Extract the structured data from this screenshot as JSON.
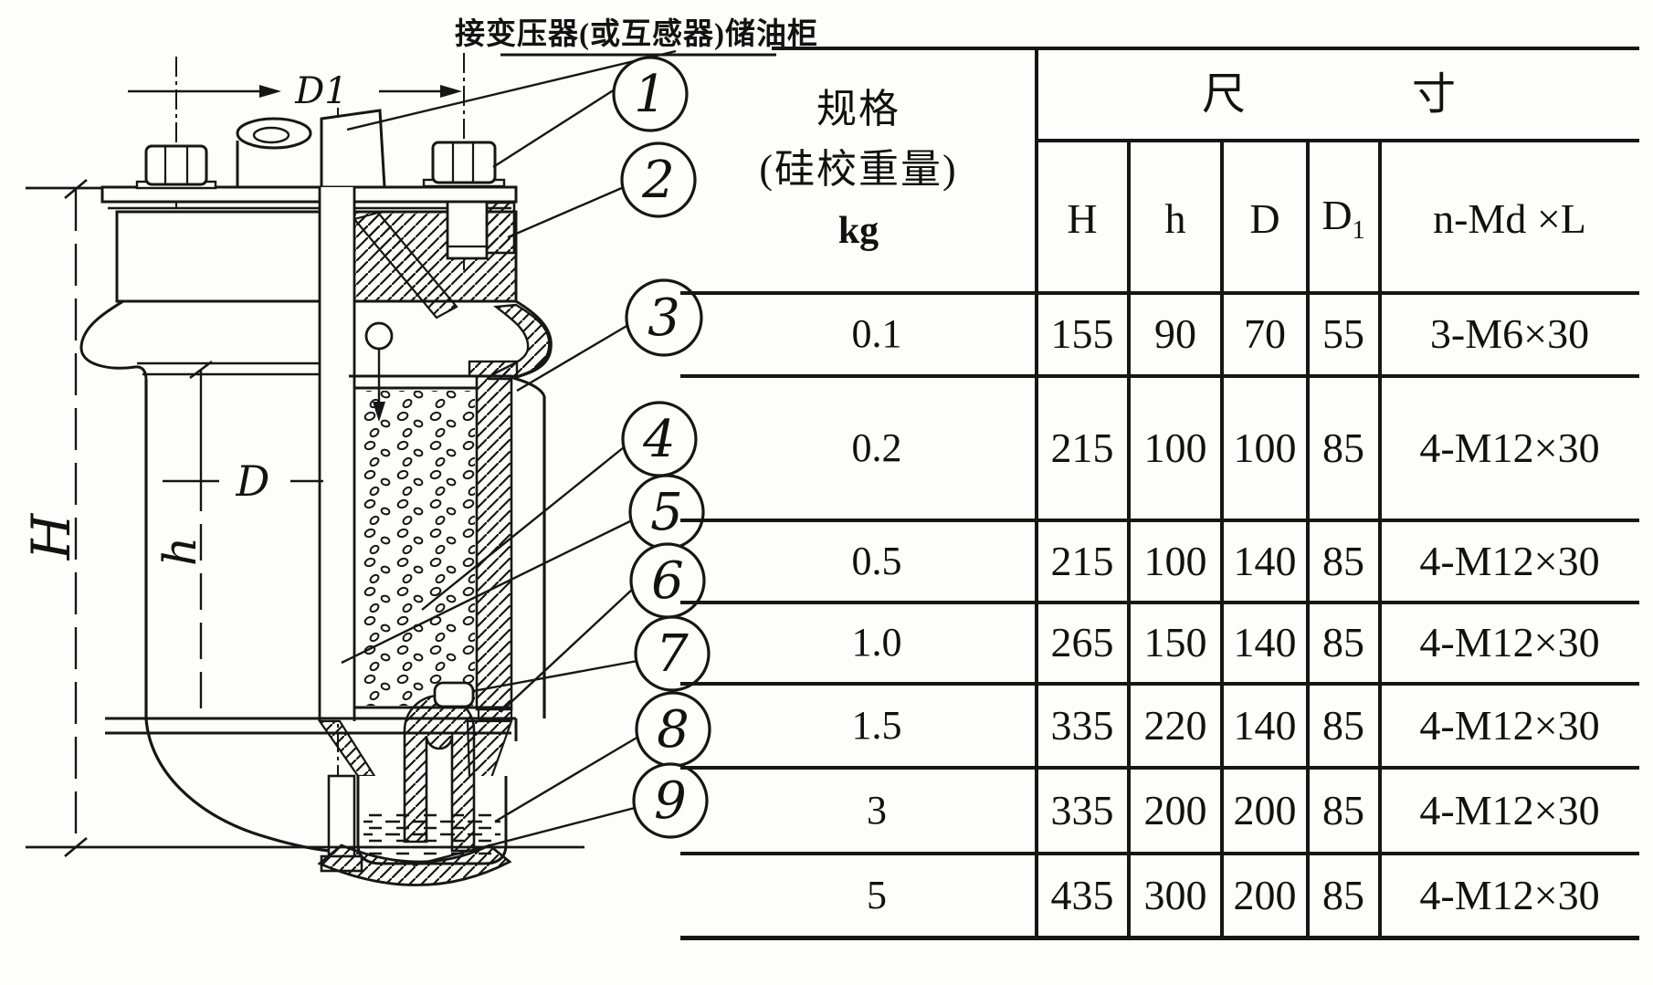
{
  "drawing": {
    "title_annotation": "接变压器(或互感器)储油柜",
    "labels": {
      "d1": "D1",
      "H": "H",
      "D": "D",
      "h": "h"
    },
    "callouts": [
      {
        "label": "1"
      },
      {
        "label": "2"
      },
      {
        "label": "3"
      },
      {
        "label": "4"
      },
      {
        "label": "5"
      },
      {
        "label": "6"
      },
      {
        "label": "7"
      },
      {
        "label": "8"
      },
      {
        "label": "9"
      }
    ]
  },
  "table": {
    "spec_header": {
      "line1": "规格",
      "line2": "(硅校重量)",
      "line3": "kg"
    },
    "size_header": {
      "char1": "尺",
      "char2": "寸"
    },
    "columns": [
      {
        "label": "H"
      },
      {
        "label": "h"
      },
      {
        "label": "D"
      },
      {
        "label": "D",
        "sub": "1"
      },
      {
        "label": "n-Md ×L"
      }
    ],
    "rows": [
      {
        "spec": "0.1",
        "H": "155",
        "h": "90",
        "D": "70",
        "D1": "55",
        "bolt": "3-M6×30"
      },
      {
        "spec": "0.2",
        "H": "215",
        "h": "100",
        "D": "100",
        "D1": "85",
        "bolt": "4-M12×30"
      },
      {
        "spec": "0.5",
        "H": "215",
        "h": "100",
        "D": "140",
        "D1": "85",
        "bolt": "4-M12×30"
      },
      {
        "spec": "1.0",
        "H": "265",
        "h": "150",
        "D": "140",
        "D1": "85",
        "bolt": "4-M12×30"
      },
      {
        "spec": "1.5",
        "H": "335",
        "h": "220",
        "D": "140",
        "D1": "85",
        "bolt": "4-M12×30"
      },
      {
        "spec": "3",
        "H": "335",
        "h": "200",
        "D": "200",
        "D1": "85",
        "bolt": "4-M12×30"
      },
      {
        "spec": "5",
        "H": "435",
        "h": "300",
        "D": "200",
        "D1": "85",
        "bolt": "4-M12×30"
      }
    ]
  }
}
